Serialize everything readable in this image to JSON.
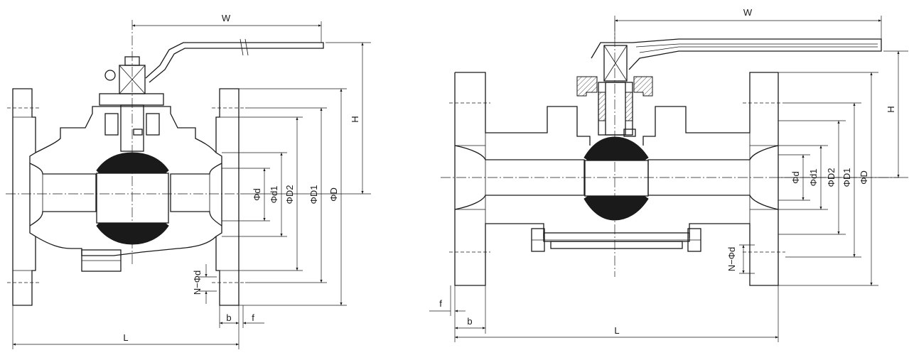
{
  "left_view": {
    "labels": {
      "W": "W",
      "H": "H",
      "phi_d": "Φd",
      "phi_d1": "Φd1",
      "phi_D2": "ΦD2",
      "phi_D1": "ΦD1",
      "phi_D": "ΦD",
      "N_phi_d": "N−Φd",
      "b": "b",
      "f": "f",
      "L": "L"
    }
  },
  "right_view": {
    "labels": {
      "W": "W",
      "H": "H",
      "phi_d": "Φd",
      "phi_d1": "Φd1",
      "phi_D2": "ΦD2",
      "phi_D1": "ΦD1",
      "phi_D": "ΦD",
      "N_phi_d": "N−Φd",
      "b": "b",
      "f": "f",
      "L": "L"
    }
  }
}
